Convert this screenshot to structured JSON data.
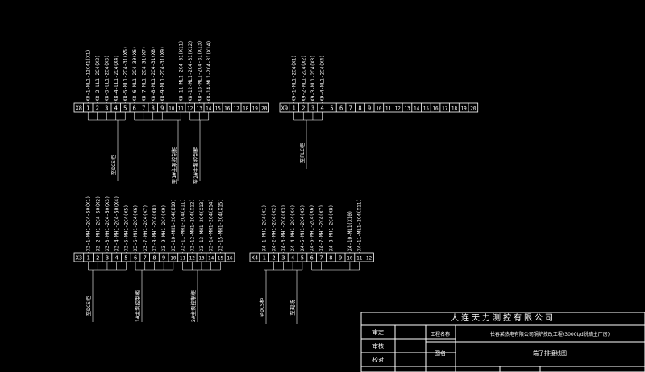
{
  "strips": [
    {
      "id": "X8",
      "count": 20,
      "wires": [
        "X8-1-ML1-12C41(X1)",
        "X8-2-LL1-2C4(X2)",
        "X8-3-LL1-2C4(X3)",
        "X8-4-LL1-2C4(X4)",
        "X8-5-ML1-2C4-31(X5)",
        "X8-6-ML1-2C4-30(X6)",
        "X8-7-ML1-2C4-31(X7)",
        "X8-8-ML1-2C4-31(X8)",
        "X8-9-ML1-2C4-31(X9)",
        "X8-11-ML1-2C4-31(X11)",
        "X8-12-ML1-2C4-31(X12)",
        "X8-13-ML1-2C4-31(X13)",
        "X8-14-ML1-2C4-31(X14)"
      ],
      "groups": [
        "至DCS柜",
        "至1#主泵控制柜",
        "至2#主泵控制柜"
      ]
    },
    {
      "id": "X9",
      "count": 20,
      "wires": [
        "X9-1-ML1-2C4(X1)",
        "X9-2-ML1-2C4(X2)",
        "X9-3-ML1-2C4(X3)",
        "X9-4-ML1-2C4(X4)"
      ],
      "groups": [
        "至PLC柜"
      ]
    },
    {
      "id": "X3",
      "count": 16,
      "wires": [
        "X3-1-MH1-2C4-50(X1)",
        "X3-2-MH1-2C4-50(X2)",
        "X3-3-MH1-2C4-50(X3)",
        "X3-4-MH1-2C4-50(X4)",
        "X3-5-MH1-2C4(X5)",
        "X3-6-MH1-2C4(X6)",
        "X3-7-MH1-2C4(X7)",
        "X3-8-MH1-2C4(X8)",
        "X3-9-MH1-2C4(X9)",
        "X3-10-MH1-2C4(X10)",
        "X3-11-MH1-2C4(X11)",
        "X3-12-MH1-2C4(X12)",
        "X3-13-MH1-2C4(X13)",
        "X3-14-MH1-2C4(X14)",
        "X3-15-MH1-2C4(X15)"
      ],
      "groups": [
        "至DCS柜",
        "1#主泵控制柜",
        "2#主泵控制柜"
      ]
    },
    {
      "id": "X4",
      "count": 12,
      "wires": [
        "X4-1-MH1-2C4(X1)",
        "X4-2-MH1-2C4(X2)",
        "X4-3-MH1-2C4(X3)",
        "X4-4-MH1-2C4(X4)",
        "X4-5-MH1-2C4(X5)",
        "X4-6-MH1-2C4(X6)",
        "X4-7-MH1-2C4(X7)",
        "X4-8-MH1-2C4(X8)",
        "X4-10-ML1(X10)",
        "X4-11-ML1-2C4(X11)"
      ],
      "groups": [
        "至DCS柜",
        "至现场"
      ]
    }
  ],
  "title_block": {
    "company": "大连天力测控有限公司",
    "rows": [
      {
        "label": "审定"
      },
      {
        "label": "审核"
      },
      {
        "label": "校对"
      }
    ],
    "project_label": "工程名称",
    "project": "长春某热电有限公司锅炉技改工程(3000t/d脱硫主厂房)",
    "drawing_label": "图名",
    "drawing": "端子排接线图"
  },
  "colors": {
    "background": "#000000",
    "strip": "#ffffff",
    "wire_label": "#ffffff",
    "group_label": "#ffffff",
    "frame": "#ffffff"
  }
}
